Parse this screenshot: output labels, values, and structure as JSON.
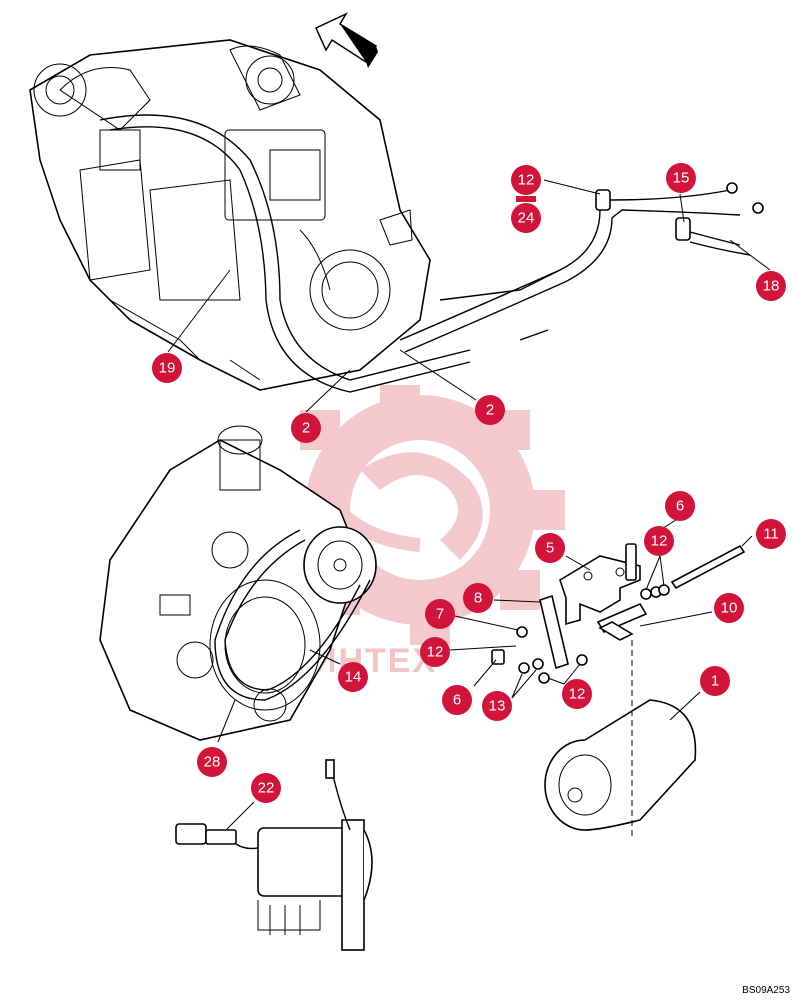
{
  "callouts": [
    {
      "id": "c12a",
      "label": "12"
    },
    {
      "id": "c24",
      "label": "24"
    },
    {
      "id": "c15",
      "label": "15"
    },
    {
      "id": "c18",
      "label": "18"
    },
    {
      "id": "c19",
      "label": "19"
    },
    {
      "id": "c2a",
      "label": "2"
    },
    {
      "id": "c2b",
      "label": "2"
    },
    {
      "id": "c6a",
      "label": "6"
    },
    {
      "id": "c12b",
      "label": "12"
    },
    {
      "id": "c11",
      "label": "11"
    },
    {
      "id": "c5",
      "label": "5"
    },
    {
      "id": "c8",
      "label": "8"
    },
    {
      "id": "c7",
      "label": "7"
    },
    {
      "id": "c10",
      "label": "10"
    },
    {
      "id": "c12c",
      "label": "12"
    },
    {
      "id": "c6b",
      "label": "6"
    },
    {
      "id": "c13",
      "label": "13"
    },
    {
      "id": "c12d",
      "label": "12"
    },
    {
      "id": "c1",
      "label": "1"
    },
    {
      "id": "c14",
      "label": "14"
    },
    {
      "id": "c28",
      "label": "28"
    },
    {
      "id": "c22",
      "label": "22"
    }
  ],
  "watermark": {
    "text": "ИНТЕХ"
  },
  "drawing_code": "BS09A253",
  "colors": {
    "callout_fill": "#d2143a",
    "watermark": "#f3c4c6",
    "line": "#000000"
  }
}
